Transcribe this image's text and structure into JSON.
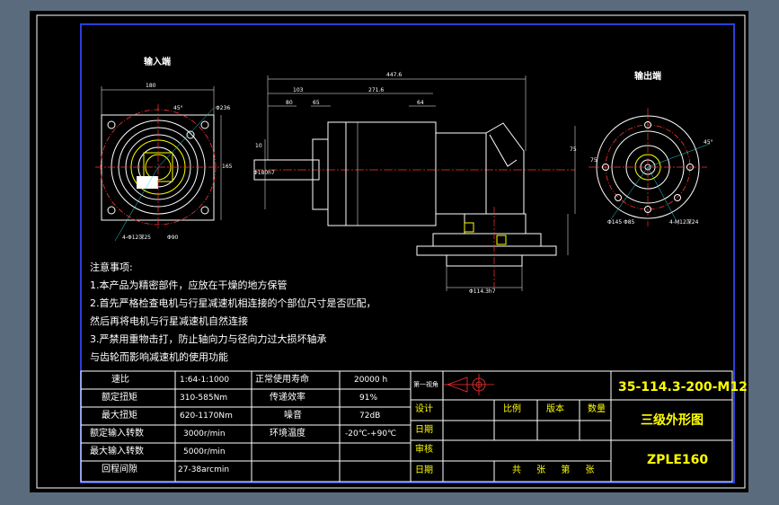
{
  "views": {
    "input_end": "输入端",
    "output_end": "输出端"
  },
  "dimensions": {
    "input_width": "180",
    "input_d1": "Φ236",
    "input_angle": "45°",
    "input_d2": "Φ90",
    "input_holes": "4-Φ12深25",
    "input_side": "165",
    "side_total": "447.6",
    "side_a": "103",
    "side_b": "271.6",
    "side_c": "80",
    "side_d": "65",
    "side_e": "64",
    "side_f": "10",
    "side_g": "Φ180h7",
    "side_h": "75",
    "side_bottom": "Φ114.3h7",
    "output_d1": "Φ85",
    "output_d2": "Φ145",
    "output_holes": "4-M12深24",
    "output_angle": "45°",
    "output_side": "75"
  },
  "notes": {
    "title": "注意事项:",
    "line1": "1.本产品为精密部件，应放在干燥的地方保管",
    "line2": "2.首先严格检查电机与行星减速机相连接的个部位尺寸是否匹配，",
    "line3": "然后再将电机与行星减速机自然连接",
    "line4": "3.严禁用重物击打，防止轴向力与径向力过大损坏轴承",
    "line5": "与齿轮而影响减速机的使用功能"
  },
  "specs": [
    {
      "label": "速比",
      "value": "1:64-1:1000",
      "label2": "正常使用寿命",
      "value2": "20000 h"
    },
    {
      "label": "额定扭矩",
      "value": "310-585Nm",
      "label2": "传递效率",
      "value2": "91%"
    },
    {
      "label": "最大扭矩",
      "value": "620-1170Nm",
      "label2": "噪音",
      "value2": "72dB"
    },
    {
      "label": "额定输入转数",
      "value": "3000r/min",
      "label2": "环境温度",
      "value2": "-20℃-+90℃"
    },
    {
      "label": "最大输入转数",
      "value": "5000r/min",
      "label2": "",
      "value2": ""
    },
    {
      "label": "回程间隙",
      "value": "27-38arcmin",
      "label2": "",
      "value2": ""
    }
  ],
  "title_block": {
    "projection": "第一视角",
    "rows": [
      "设计",
      "日期",
      "审核",
      "日期"
    ],
    "col_ratio": "比例",
    "col_version": "版本",
    "col_qty": "数量",
    "sheets": "共 张 第 张",
    "model_code": "35-114.3-200-M12",
    "drawing_name": "三级外形图",
    "product": "ZPLE160"
  },
  "colors": {
    "background": "#5a6b7d",
    "canvas": "#000000",
    "frame": "#2a3fd8",
    "text": "#ffffff",
    "title_text": "#ffff00",
    "centerline": "#ff3333",
    "dimension": "#2fd7d7"
  }
}
